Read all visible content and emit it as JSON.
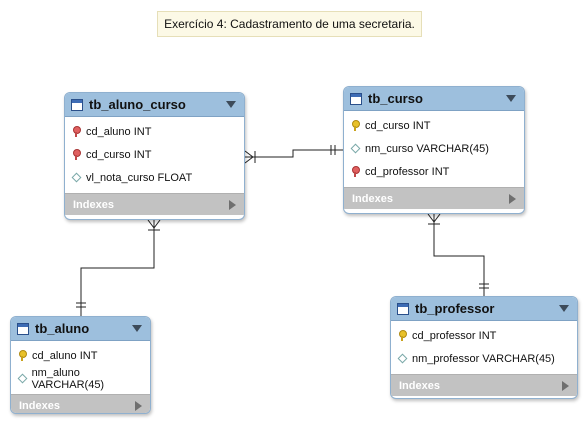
{
  "note": "Exercício 4: Cadastramento de uma secretaria.",
  "tables": {
    "tb_aluno_curso": {
      "name": "tb_aluno_curso",
      "columns": [
        {
          "label": "cd_aluno INT",
          "key": "fk"
        },
        {
          "label": "cd_curso INT",
          "key": "fk"
        },
        {
          "label": "vl_nota_curso FLOAT",
          "key": "attr"
        }
      ],
      "indexes": "Indexes"
    },
    "tb_curso": {
      "name": "tb_curso",
      "columns": [
        {
          "label": "cd_curso INT",
          "key": "pk"
        },
        {
          "label": "nm_curso VARCHAR(45)",
          "key": "attr"
        },
        {
          "label": "cd_professor INT",
          "key": "fk"
        }
      ],
      "indexes": "Indexes"
    },
    "tb_aluno": {
      "name": "tb_aluno",
      "columns": [
        {
          "label": "cd_aluno INT",
          "key": "pk"
        },
        {
          "label": "nm_aluno VARCHAR(45)",
          "key": "attr"
        }
      ],
      "indexes": "Indexes"
    },
    "tb_professor": {
      "name": "tb_professor",
      "columns": [
        {
          "label": "cd_professor INT",
          "key": "pk"
        },
        {
          "label": "nm_professor VARCHAR(45)",
          "key": "attr"
        }
      ],
      "indexes": "Indexes"
    }
  },
  "colors": {
    "header": "#9dbfdd",
    "indexes_bar": "#c2c2c2",
    "note_bg": "#fcf9e6",
    "connector": "#222222"
  }
}
